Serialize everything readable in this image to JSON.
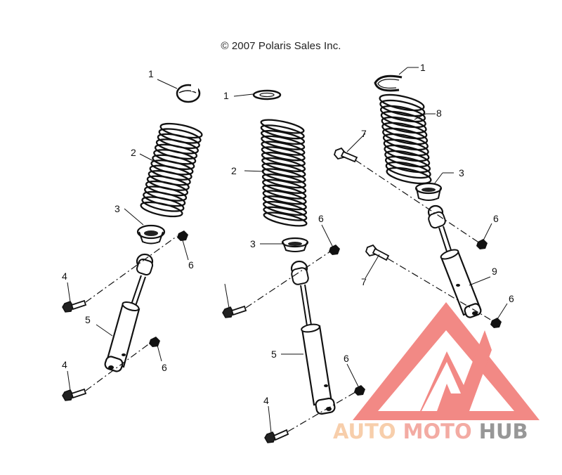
{
  "copyright": "© 2007 Polaris Sales Inc.",
  "callouts": [
    "1",
    "1",
    "1",
    "2",
    "2",
    "8",
    "3",
    "3",
    "3",
    "6",
    "6",
    "6",
    "6",
    "6",
    "6",
    "4",
    "4",
    "4",
    "5",
    "5",
    "7",
    "7",
    "9"
  ],
  "watermark": {
    "segments": [
      "AUTO",
      "MOTO",
      "HUB"
    ],
    "colors": [
      "#f7c9a3",
      "#f2a29a",
      "#8c8c8c"
    ],
    "logo_color": "#f17d78"
  }
}
